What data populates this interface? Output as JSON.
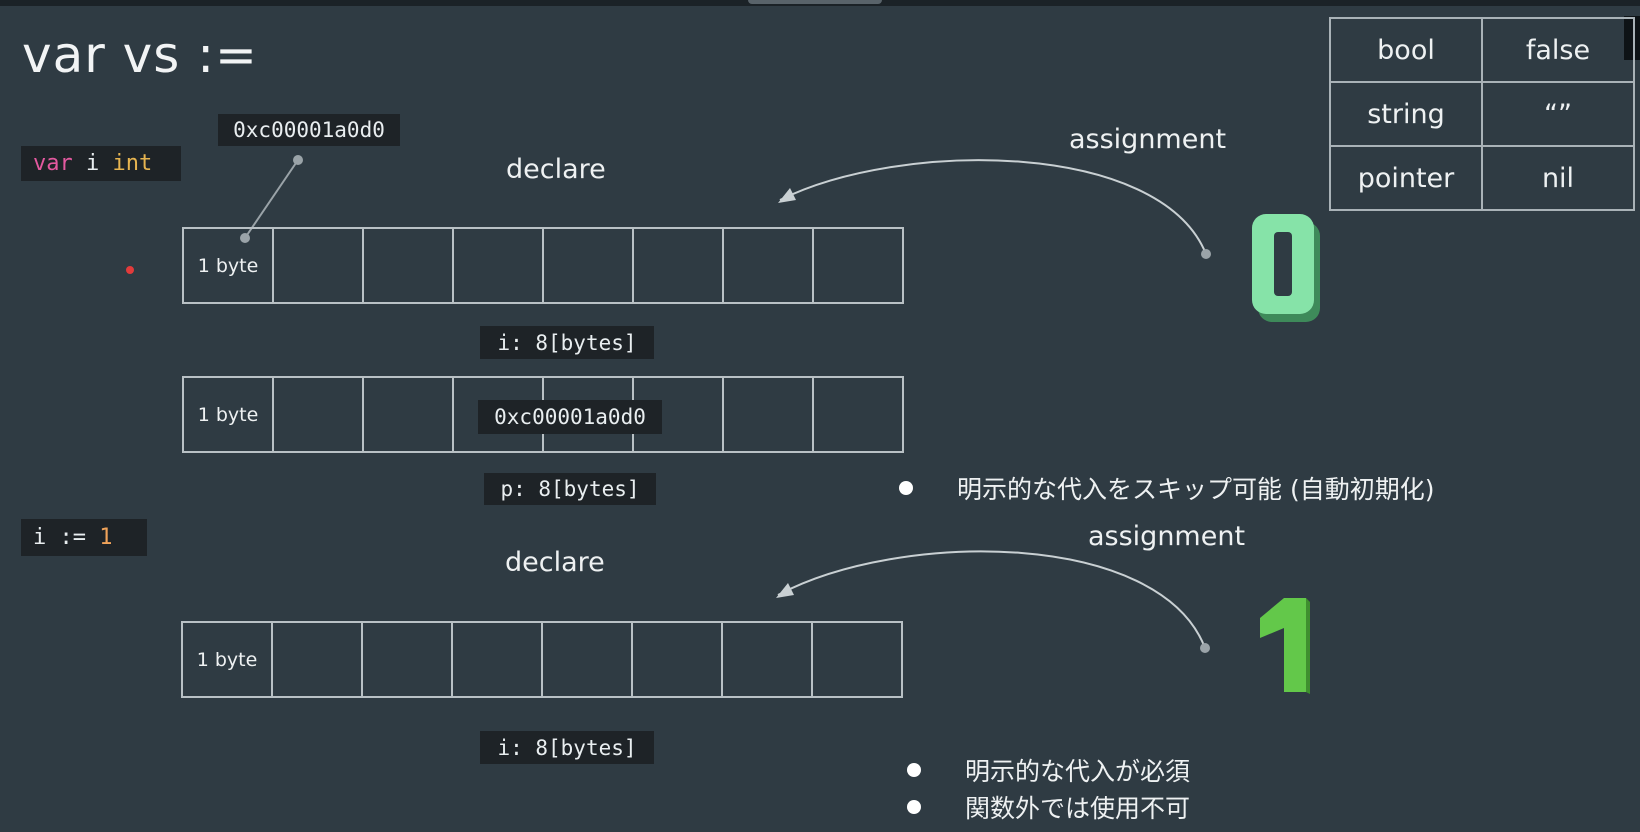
{
  "slide": {
    "title": "var vs :=",
    "var_section": {
      "code": {
        "kw": "var",
        "name": "i",
        "type": "int"
      },
      "address_label": "0xc00001a0d0",
      "declare_label": "declare",
      "assignment_label": "assignment",
      "cell_label": "1 byte",
      "i_size": "i: 8[bytes]",
      "p_cell_value": "0xc00001a0d0",
      "p_size": "p: 8[bytes]",
      "value": "0",
      "note": "明示的な代入をスキップ可能 (自動初期化)"
    },
    "short_section": {
      "code": {
        "name": "i",
        "op": ":=",
        "value": "1"
      },
      "declare_label": "declare",
      "assignment_label": "assignment",
      "cell_label": "1 byte",
      "i_size": "i: 8[bytes]",
      "value": "1",
      "notes": [
        "明示的な代入が必須",
        "関数外では使用不可"
      ]
    },
    "zero_values": [
      {
        "type": "bool",
        "value": "false"
      },
      {
        "type": "string",
        "value": "“”"
      },
      {
        "type": "pointer",
        "value": "nil"
      }
    ]
  },
  "colors": {
    "background": "#2f3b43",
    "zero_digit": "#86e3a8",
    "one_digit": "#63c84a",
    "keyword": "#e3599f",
    "type": "#e6b450"
  },
  "icons": [
    "red-dot-cursor"
  ]
}
